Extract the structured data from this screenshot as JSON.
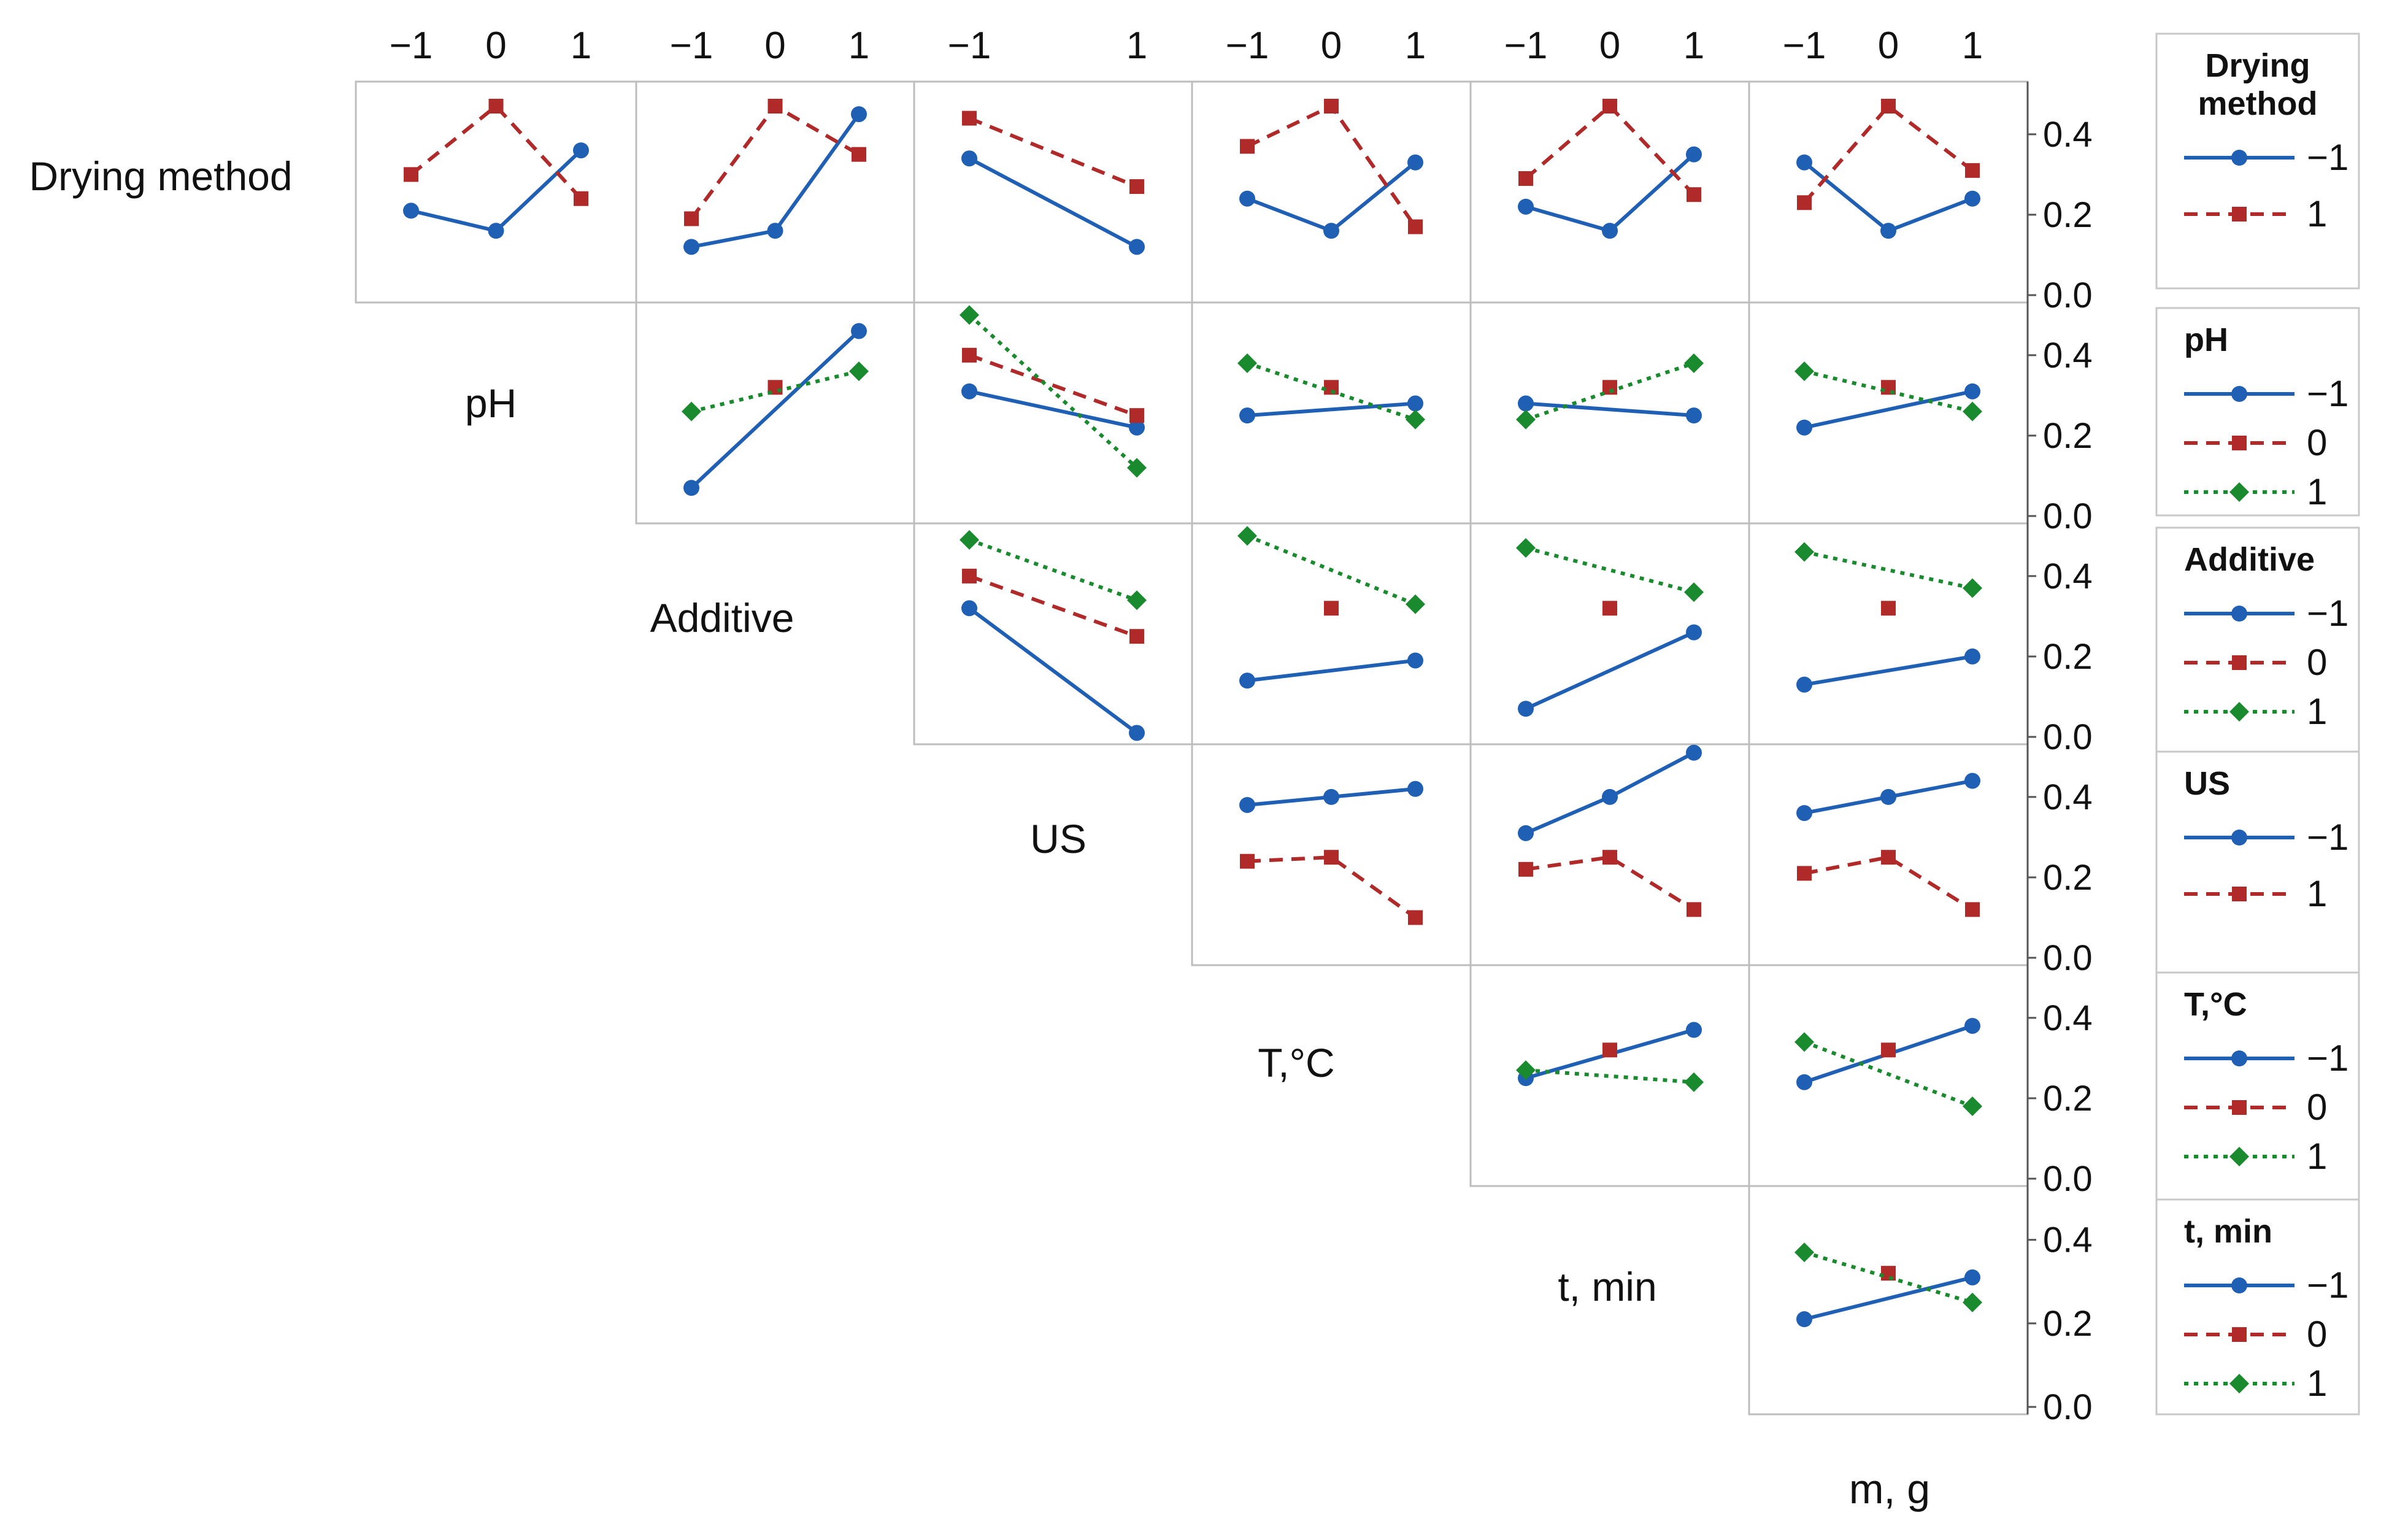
{
  "chart_data": {
    "type": "line",
    "title": "",
    "factors": [
      "Drying method",
      "pH",
      "Additive",
      "US",
      "T,°C",
      "t, min"
    ],
    "bottom_label": "m, g",
    "column_ticks": [
      [
        "−1",
        "0",
        "1"
      ],
      [
        "−1",
        "0",
        "1"
      ],
      [
        "−1",
        "1"
      ],
      [
        "−1",
        "0",
        "1"
      ],
      [
        "−1",
        "0",
        "1"
      ],
      [
        "−1",
        "0",
        "1"
      ]
    ],
    "y_ticks": [
      "0.0",
      "0.2",
      "0.4"
    ],
    "ylim": [
      0.0,
      0.47
    ],
    "grid": false,
    "legends": [
      {
        "title": "Drying method",
        "entries": [
          "−1",
          "1"
        ]
      },
      {
        "title": "pH",
        "entries": [
          "−1",
          "0",
          "1"
        ]
      },
      {
        "title": "Additive",
        "entries": [
          "−1",
          "0",
          "1"
        ]
      },
      {
        "title": "US",
        "entries": [
          "−1",
          "1"
        ]
      },
      {
        "title": "T,°C",
        "entries": [
          "−1",
          "0",
          "1"
        ]
      },
      {
        "title": "t, min",
        "entries": [
          "−1",
          "0",
          "1"
        ]
      }
    ],
    "level_styles": {
      "-1": {
        "color": "#1f5fb4",
        "dash": "solid",
        "marker": "circle"
      },
      "0": {
        "color": "#b02a2a",
        "dash": "dashed",
        "marker": "square"
      },
      "1": {
        "color": "#1a8a2e",
        "dash": "dotted",
        "marker": "diamond"
      }
    },
    "two_level_styles": {
      "-1": {
        "color": "#1f5fb4",
        "dash": "solid",
        "marker": "circle"
      },
      "1": {
        "color": "#b02a2a",
        "dash": "dashed",
        "marker": "square"
      }
    },
    "panels": [
      {
        "row": 0,
        "col": 0,
        "series": [
          {
            "level": "-1",
            "points": [
              [
                -1,
                0.21
              ],
              [
                0,
                0.16
              ],
              [
                1,
                0.36
              ]
            ]
          },
          {
            "level": "1",
            "points": [
              [
                -1,
                0.3
              ],
              [
                0,
                0.47
              ],
              [
                1,
                0.24
              ]
            ]
          }
        ]
      },
      {
        "row": 0,
        "col": 1,
        "series": [
          {
            "level": "-1",
            "points": [
              [
                -1,
                0.12
              ],
              [
                0,
                0.16
              ],
              [
                1,
                0.45
              ]
            ]
          },
          {
            "level": "1",
            "points": [
              [
                -1,
                0.19
              ],
              [
                0,
                0.47
              ],
              [
                1,
                0.35
              ]
            ]
          }
        ]
      },
      {
        "row": 0,
        "col": 2,
        "series": [
          {
            "level": "-1",
            "points": [
              [
                -1,
                0.34
              ],
              [
                1,
                0.12
              ]
            ]
          },
          {
            "level": "1",
            "points": [
              [
                -1,
                0.44
              ],
              [
                1,
                0.27
              ]
            ]
          }
        ]
      },
      {
        "row": 0,
        "col": 3,
        "series": [
          {
            "level": "-1",
            "points": [
              [
                -1,
                0.24
              ],
              [
                0,
                0.16
              ],
              [
                1,
                0.33
              ]
            ]
          },
          {
            "level": "1",
            "points": [
              [
                -1,
                0.37
              ],
              [
                0,
                0.47
              ],
              [
                1,
                0.17
              ]
            ]
          }
        ]
      },
      {
        "row": 0,
        "col": 4,
        "series": [
          {
            "level": "-1",
            "points": [
              [
                -1,
                0.22
              ],
              [
                0,
                0.16
              ],
              [
                1,
                0.35
              ]
            ]
          },
          {
            "level": "1",
            "points": [
              [
                -1,
                0.29
              ],
              [
                0,
                0.47
              ],
              [
                1,
                0.25
              ]
            ]
          }
        ]
      },
      {
        "row": 0,
        "col": 5,
        "series": [
          {
            "level": "-1",
            "points": [
              [
                -1,
                0.33
              ],
              [
                0,
                0.16
              ],
              [
                1,
                0.24
              ]
            ]
          },
          {
            "level": "1",
            "points": [
              [
                -1,
                0.23
              ],
              [
                0,
                0.47
              ],
              [
                1,
                0.31
              ]
            ]
          }
        ]
      },
      {
        "row": 1,
        "col": 1,
        "series": [
          {
            "level": "-1",
            "points": [
              [
                -1,
                0.07
              ],
              [
                1,
                0.46
              ]
            ]
          },
          {
            "level": "0",
            "points": [
              [
                0,
                0.32
              ]
            ]
          },
          {
            "level": "1",
            "points": [
              [
                -1,
                0.26
              ],
              [
                1,
                0.36
              ]
            ]
          }
        ]
      },
      {
        "row": 1,
        "col": 2,
        "series": [
          {
            "level": "-1",
            "points": [
              [
                -1,
                0.31
              ],
              [
                1,
                0.22
              ]
            ]
          },
          {
            "level": "0",
            "points": [
              [
                -1,
                0.4
              ],
              [
                1,
                0.25
              ]
            ]
          },
          {
            "level": "1",
            "points": [
              [
                -1,
                0.5
              ],
              [
                1,
                0.12
              ]
            ]
          }
        ]
      },
      {
        "row": 1,
        "col": 3,
        "series": [
          {
            "level": "-1",
            "points": [
              [
                -1,
                0.25
              ],
              [
                1,
                0.28
              ]
            ]
          },
          {
            "level": "0",
            "points": [
              [
                0,
                0.32
              ]
            ]
          },
          {
            "level": "1",
            "points": [
              [
                -1,
                0.38
              ],
              [
                1,
                0.24
              ]
            ]
          }
        ]
      },
      {
        "row": 1,
        "col": 4,
        "series": [
          {
            "level": "-1",
            "points": [
              [
                -1,
                0.28
              ],
              [
                1,
                0.25
              ]
            ]
          },
          {
            "level": "0",
            "points": [
              [
                0,
                0.32
              ]
            ]
          },
          {
            "level": "1",
            "points": [
              [
                -1,
                0.24
              ],
              [
                1,
                0.38
              ]
            ]
          }
        ]
      },
      {
        "row": 1,
        "col": 5,
        "series": [
          {
            "level": "-1",
            "points": [
              [
                -1,
                0.22
              ],
              [
                1,
                0.31
              ]
            ]
          },
          {
            "level": "0",
            "points": [
              [
                0,
                0.32
              ]
            ]
          },
          {
            "level": "1",
            "points": [
              [
                -1,
                0.36
              ],
              [
                1,
                0.26
              ]
            ]
          }
        ]
      },
      {
        "row": 2,
        "col": 2,
        "series": [
          {
            "level": "-1",
            "points": [
              [
                -1,
                0.32
              ],
              [
                1,
                0.01
              ]
            ]
          },
          {
            "level": "0",
            "points": [
              [
                -1,
                0.4
              ],
              [
                1,
                0.25
              ]
            ]
          },
          {
            "level": "1",
            "points": [
              [
                -1,
                0.49
              ],
              [
                1,
                0.34
              ]
            ]
          }
        ]
      },
      {
        "row": 2,
        "col": 3,
        "series": [
          {
            "level": "-1",
            "points": [
              [
                -1,
                0.14
              ],
              [
                1,
                0.19
              ]
            ]
          },
          {
            "level": "0",
            "points": [
              [
                0,
                0.32
              ]
            ]
          },
          {
            "level": "1",
            "points": [
              [
                -1,
                0.5
              ],
              [
                1,
                0.33
              ]
            ]
          }
        ]
      },
      {
        "row": 2,
        "col": 4,
        "series": [
          {
            "level": "-1",
            "points": [
              [
                -1,
                0.07
              ],
              [
                1,
                0.26
              ]
            ]
          },
          {
            "level": "0",
            "points": [
              [
                0,
                0.32
              ]
            ]
          },
          {
            "level": "1",
            "points": [
              [
                -1,
                0.47
              ],
              [
                1,
                0.36
              ]
            ]
          }
        ]
      },
      {
        "row": 2,
        "col": 5,
        "series": [
          {
            "level": "-1",
            "points": [
              [
                -1,
                0.13
              ],
              [
                1,
                0.2
              ]
            ]
          },
          {
            "level": "0",
            "points": [
              [
                0,
                0.32
              ]
            ]
          },
          {
            "level": "1",
            "points": [
              [
                -1,
                0.46
              ],
              [
                1,
                0.37
              ]
            ]
          }
        ]
      },
      {
        "row": 3,
        "col": 3,
        "series": [
          {
            "level": "-1",
            "points": [
              [
                -1,
                0.38
              ],
              [
                0,
                0.4
              ],
              [
                1,
                0.42
              ]
            ]
          },
          {
            "level": "1",
            "points": [
              [
                -1,
                0.24
              ],
              [
                0,
                0.25
              ],
              [
                1,
                0.1
              ]
            ]
          }
        ]
      },
      {
        "row": 3,
        "col": 4,
        "series": [
          {
            "level": "-1",
            "points": [
              [
                -1,
                0.31
              ],
              [
                0,
                0.4
              ],
              [
                1,
                0.51
              ]
            ]
          },
          {
            "level": "1",
            "points": [
              [
                -1,
                0.22
              ],
              [
                0,
                0.25
              ],
              [
                1,
                0.12
              ]
            ]
          }
        ]
      },
      {
        "row": 3,
        "col": 5,
        "series": [
          {
            "level": "-1",
            "points": [
              [
                -1,
                0.36
              ],
              [
                0,
                0.4
              ],
              [
                1,
                0.44
              ]
            ]
          },
          {
            "level": "1",
            "points": [
              [
                -1,
                0.21
              ],
              [
                0,
                0.25
              ],
              [
                1,
                0.12
              ]
            ]
          }
        ]
      },
      {
        "row": 4,
        "col": 4,
        "series": [
          {
            "level": "-1",
            "points": [
              [
                -1,
                0.25
              ],
              [
                1,
                0.37
              ]
            ]
          },
          {
            "level": "0",
            "points": [
              [
                0,
                0.32
              ]
            ]
          },
          {
            "level": "1",
            "points": [
              [
                -1,
                0.27
              ],
              [
                1,
                0.24
              ]
            ]
          }
        ]
      },
      {
        "row": 4,
        "col": 5,
        "series": [
          {
            "level": "-1",
            "points": [
              [
                -1,
                0.24
              ],
              [
                1,
                0.38
              ]
            ]
          },
          {
            "level": "0",
            "points": [
              [
                0,
                0.32
              ]
            ]
          },
          {
            "level": "1",
            "points": [
              [
                -1,
                0.34
              ],
              [
                1,
                0.18
              ]
            ]
          }
        ]
      },
      {
        "row": 5,
        "col": 5,
        "series": [
          {
            "level": "-1",
            "points": [
              [
                -1,
                0.21
              ],
              [
                1,
                0.31
              ]
            ]
          },
          {
            "level": "0",
            "points": [
              [
                0,
                0.32
              ]
            ]
          },
          {
            "level": "1",
            "points": [
              [
                -1,
                0.37
              ],
              [
                1,
                0.25
              ]
            ]
          }
        ]
      }
    ]
  }
}
